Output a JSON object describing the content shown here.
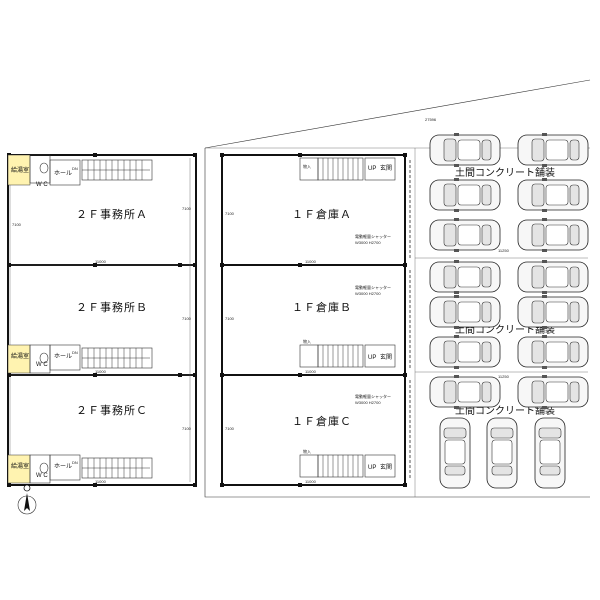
{
  "rooms_2f": [
    {
      "name": "２Ｆ事務所Ａ"
    },
    {
      "name": "２Ｆ事務所Ｂ"
    },
    {
      "name": "２Ｆ事務所Ｃ"
    }
  ],
  "rooms_1f": [
    {
      "name": "１Ｆ倉庫Ａ"
    },
    {
      "name": "１Ｆ倉庫Ｂ"
    },
    {
      "name": "１Ｆ倉庫Ｃ"
    }
  ],
  "small_rooms": {
    "kyutou": "給湯室",
    "wc": "W C",
    "hall": "ホール",
    "up": "UP",
    "entrance": "玄関",
    "dn": "DN",
    "storage": "物入"
  },
  "shutter": {
    "label": "電動軽量シャッター",
    "size": "W3000 H2700"
  },
  "paving": [
    {
      "label": "土間コンクリート舗装"
    },
    {
      "label": "土間コンクリート舗装"
    },
    {
      "label": "土間コンクリート舗装"
    }
  ],
  "dimensions": {
    "room_width": "11000",
    "room_depth": "7100",
    "site_width": "11250",
    "total": "27596",
    "offset": "2500",
    "stair": "2200"
  },
  "icons": [
    "north-arrow-icon",
    "car-icon"
  ]
}
